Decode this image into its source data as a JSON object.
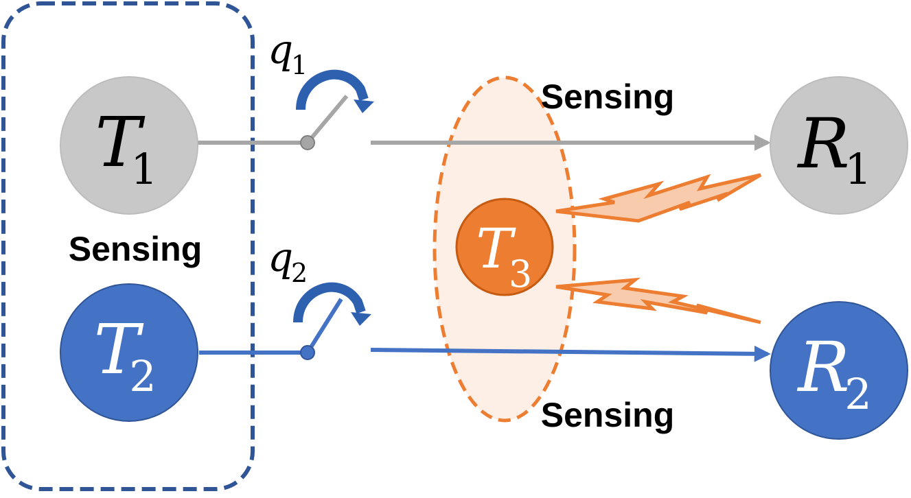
{
  "nodes": {
    "t1": {
      "symbol": "T",
      "subscript": "1",
      "color": "#c8c8c8",
      "text_color": "#000000"
    },
    "t2": {
      "symbol": "T",
      "subscript": "2",
      "color": "#4472c4",
      "text_color": "#ffffff"
    },
    "t3": {
      "symbol": "T",
      "subscript": "3",
      "color": "#ed7d31",
      "text_color": "#ffffff"
    },
    "r1": {
      "symbol": "R",
      "subscript": "1",
      "color": "#c8c8c8",
      "text_color": "#000000"
    },
    "r2": {
      "symbol": "R",
      "subscript": "2",
      "color": "#4472c4",
      "text_color": "#ffffff"
    }
  },
  "switches": {
    "q1": {
      "symbol": "q",
      "subscript": "1"
    },
    "q2": {
      "symbol": "q",
      "subscript": "2"
    }
  },
  "labels": {
    "left_sensing": "Sensing",
    "top_sensing": "Sensing",
    "bottom_sensing": "Sensing"
  },
  "colors": {
    "group_border": "#2f5597",
    "gray_link": "#a6a6a6",
    "blue_link": "#4472c4",
    "orange": "#ed7d31",
    "orange_fill": "#fbe5d6",
    "switch_arrow": "#2e60b0"
  }
}
